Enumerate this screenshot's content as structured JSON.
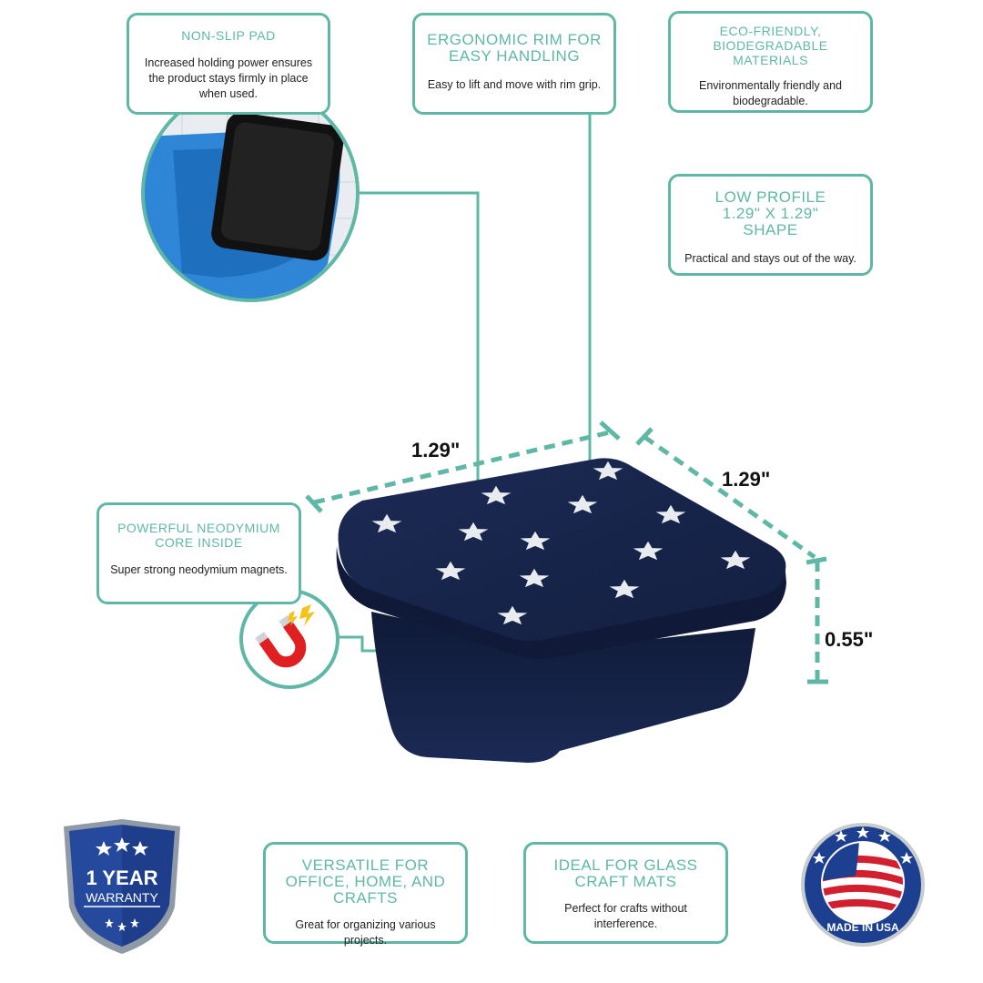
{
  "features": {
    "non_slip": {
      "title": "NON-SLIP PAD",
      "desc": "Increased holding power ensures the product stays firmly in place when used."
    },
    "rim": {
      "title": "ERGONOMIC RIM FOR EASY HANDLING",
      "desc": "Easy to lift and move with rim grip."
    },
    "eco": {
      "title": "ECO-FRIENDLY, BIODEGRADABLE MATERIALS",
      "desc": "Environmentally friendly and biodegradable."
    },
    "low_profile": {
      "title": "LOW PROFILE 1.29\" X 1.29\" SHAPE",
      "desc": "Practical and stays out of the way."
    },
    "neodymium": {
      "title": "POWERFUL NEODYMIUM CORE INSIDE",
      "desc": "Super strong neodymium magnets."
    },
    "versatile": {
      "title": "VERSATILE FOR OFFICE, HOME, AND CRAFTS",
      "desc": "Great for organizing various projects."
    },
    "glass_mats": {
      "title": "IDEAL FOR GLASS CRAFT MATS",
      "desc": "Perfect for crafts without interference."
    }
  },
  "dimensions": {
    "width": "1.29\"",
    "depth": "1.29\"",
    "height": "0.55\""
  },
  "badges": {
    "warranty": {
      "line1": "1 YEAR",
      "line2": "WARRANTY"
    },
    "usa": {
      "text": "MADE IN USA"
    }
  },
  "colors": {
    "accent": "#5fb8a5",
    "magnet_body": "#16213f",
    "pad_blue": "#2f86d6",
    "shield_blue": "#1e3e8c"
  }
}
